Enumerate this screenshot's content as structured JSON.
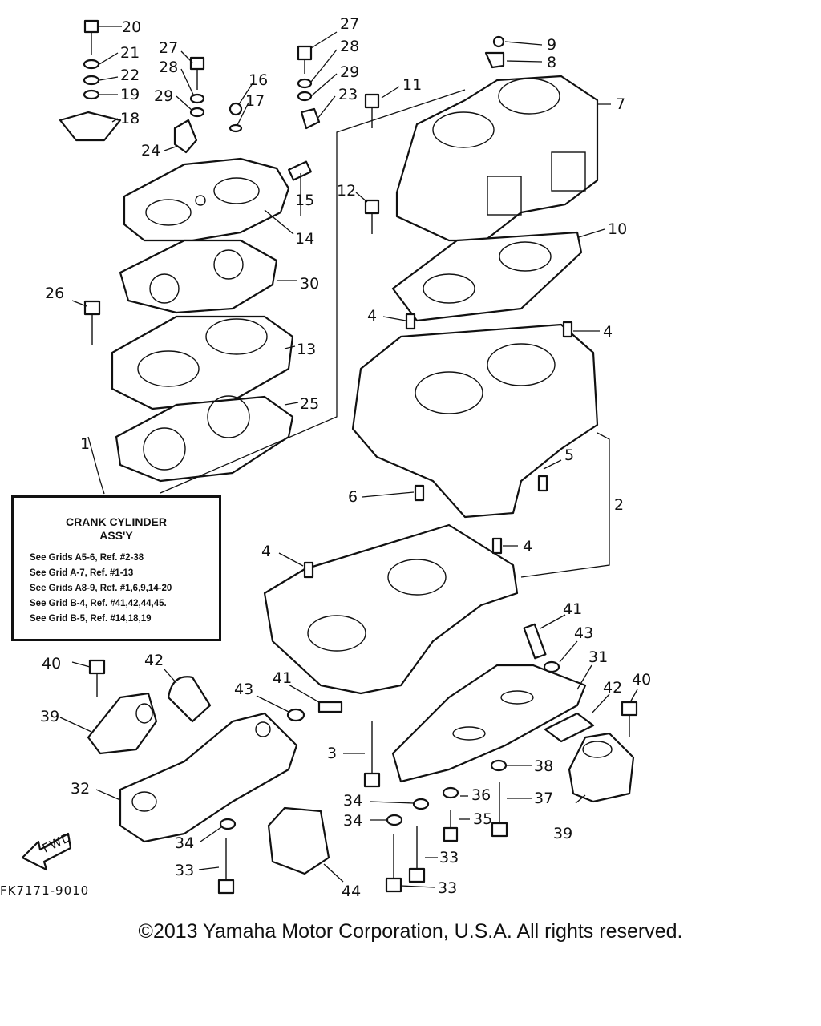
{
  "figure_code": "FK7171-9010",
  "fwd_label": "FWD",
  "copyright": "©2013 Yamaha Motor Corporation, U.S.A. All rights reserved.",
  "note": {
    "title": "CRANK CYLINDER\nASS'Y",
    "lines": [
      "See Grids A5-6, Ref. #2-38",
      "See Grid A-7, Ref. #1-13",
      "See Grids A8-9, Ref. #1,6,9,14-20",
      "See Grid B-4, Ref. #41,42,44,45.",
      "See Grid B-5, Ref. #14,18,19"
    ]
  },
  "callouts": {
    "c1": "1",
    "c2": "2",
    "c3": "3",
    "c4a": "4",
    "c4b": "4",
    "c4c": "4",
    "c4d": "4",
    "c5": "5",
    "c6": "6",
    "c7": "7",
    "c8": "8",
    "c9": "9",
    "c10": "10",
    "c11": "11",
    "c12": "12",
    "c13": "13",
    "c14": "14",
    "c15": "15",
    "c16": "16",
    "c17": "17",
    "c18": "18",
    "c19": "19",
    "c20": "20",
    "c21": "21",
    "c22": "22",
    "c23": "23",
    "c24": "24",
    "c25": "25",
    "c26": "26",
    "c27a": "27",
    "c27b": "27",
    "c28a": "28",
    "c28b": "28",
    "c29a": "29",
    "c29b": "29",
    "c30": "30",
    "c31": "31",
    "c32": "32",
    "c33a": "33",
    "c33b": "33",
    "c33c": "33",
    "c34a": "34",
    "c34b": "34",
    "c34c": "34",
    "c35": "35",
    "c36": "36",
    "c37": "37",
    "c38": "38",
    "c39a": "39",
    "c39b": "39",
    "c40a": "40",
    "c40b": "40",
    "c41a": "41",
    "c41b": "41",
    "c42a": "42",
    "c42b": "42",
    "c43a": "43",
    "c43b": "43",
    "c44": "44"
  }
}
